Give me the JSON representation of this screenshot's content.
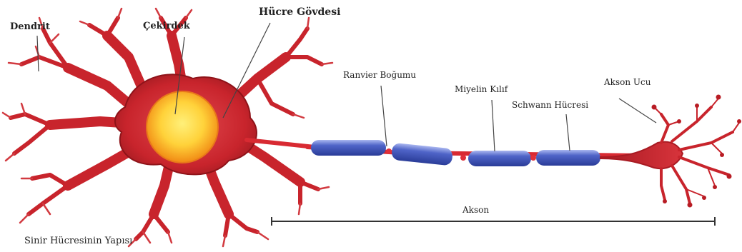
{
  "labels": {
    "dendrit": "Dendrit",
    "cekirdek": "Çekirdek",
    "hucre_govdesi": "Hücre Gövdesi",
    "ranvier_bogumu": "Ranvier Boğumu",
    "miyelin_kilif": "Miyelin Kılıf",
    "schwann_hucresi": "Schwann Hücresi",
    "akson_ucu": "Akson Ucu",
    "akson": "Akson"
  },
  "caption": "Sinir Hücresinin Yapısı",
  "colors": {
    "neuron_red": "#c8242c",
    "neuron_dark": "#8e1319",
    "neuron_light": "#e8545a",
    "nucleus_outer": "#f59a1c",
    "nucleus_inner": "#ffe25a",
    "myelin_blue": "#3a4fb4",
    "myelin_light": "#8fa0e8",
    "ranvier_red": "#e0303a",
    "leader_line": "#444444"
  }
}
